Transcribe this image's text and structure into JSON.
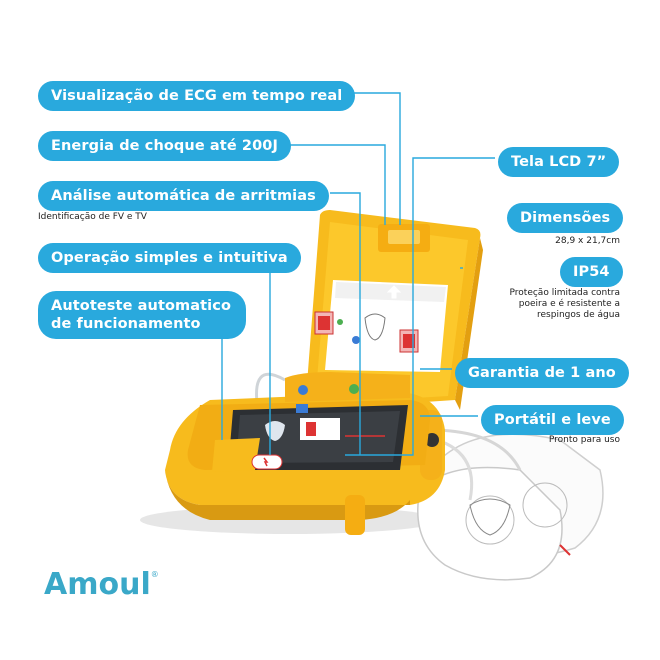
{
  "callouts_left": [
    {
      "label": "Visualização de ECG em tempo real"
    },
    {
      "label": "Energia de choque até 200J"
    },
    {
      "label": "Análise automática de arritmias",
      "note": "Identificação de FV e TV"
    },
    {
      "label": "Operação simples e intuitiva"
    },
    {
      "label": "Autoteste automatico de funcionamento"
    }
  ],
  "callouts_right": [
    {
      "label": "Tela LCD 7”"
    },
    {
      "label": "Dimensões",
      "note": "28,9 x 21,7cm"
    },
    {
      "label": "IP54",
      "note": "Proteção limitada contra poeira e é resistente a respingos de água"
    },
    {
      "label": "Garantia de 1 ano"
    },
    {
      "label": "Portátil e leve",
      "note": "Pronto para uso"
    }
  ],
  "brand": {
    "name": "Amoul",
    "mark": "®"
  },
  "colors": {
    "accent": "#29a9dd",
    "device": "#f7bb1d",
    "device_shadow": "#d99a12",
    "logo": "#3aa8c8"
  }
}
